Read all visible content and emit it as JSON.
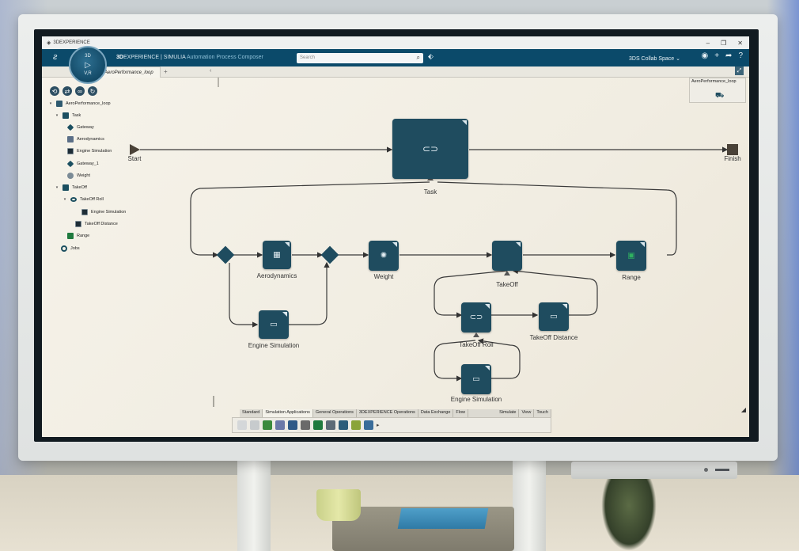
{
  "window": {
    "title": "3DEXPERIENCE",
    "controls": [
      "–",
      "❐",
      "✕"
    ]
  },
  "header": {
    "brand_prefix": "3D",
    "brand_main": "EXPERIENCE | SIMULIA",
    "brand_app": "Automation Process Composer",
    "compass_quadrants": [
      "3D",
      "V,R",
      "▷"
    ],
    "search_placeholder": "Search",
    "collab_space": "3DS Collab Space ⌄",
    "icons": [
      "user-icon",
      "add-icon",
      "share-icon",
      "help-icon"
    ]
  },
  "tabs": {
    "active": "AeroPerformance_loop",
    "add": "+",
    "collapse": "‹"
  },
  "tree": {
    "root": "AeroPerformance_loop",
    "items": [
      {
        "label": "Task"
      },
      {
        "label": "Gateway"
      },
      {
        "label": "Aerodynamics"
      },
      {
        "label": "Engine Simulation"
      },
      {
        "label": "Gateway_1"
      },
      {
        "label": "Weight"
      },
      {
        "label": "TakeOff"
      },
      {
        "label": "TakeOff Roll"
      },
      {
        "label": "Engine Simulation"
      },
      {
        "label": "TakeOff Distance"
      },
      {
        "label": "Range"
      },
      {
        "label": "Jobs"
      }
    ]
  },
  "canvas": {
    "labels": {
      "start": "Start",
      "finish": "Finish",
      "task": "Task",
      "aerodynamics": "Aerodynamics",
      "weight": "Weight",
      "takeoff": "TakeOff",
      "range": "Range",
      "engine_sim_1": "Engine Simulation",
      "takeoff_roll": "TakeOff Roll",
      "takeoff_distance": "TakeOff Distance",
      "engine_sim_2": "Engine Simulation"
    }
  },
  "preview": {
    "title": "AeroPerformance_loop"
  },
  "bottom_toolbar": {
    "tabs": [
      "Standard",
      "Simulation Applications",
      "General Operations",
      "3DEXPERIENCE Operations",
      "Data Exchange",
      "Flow"
    ],
    "right_tabs": [
      "Simulate",
      "View",
      "Touch"
    ],
    "active_tab": "Simulation Applications"
  }
}
